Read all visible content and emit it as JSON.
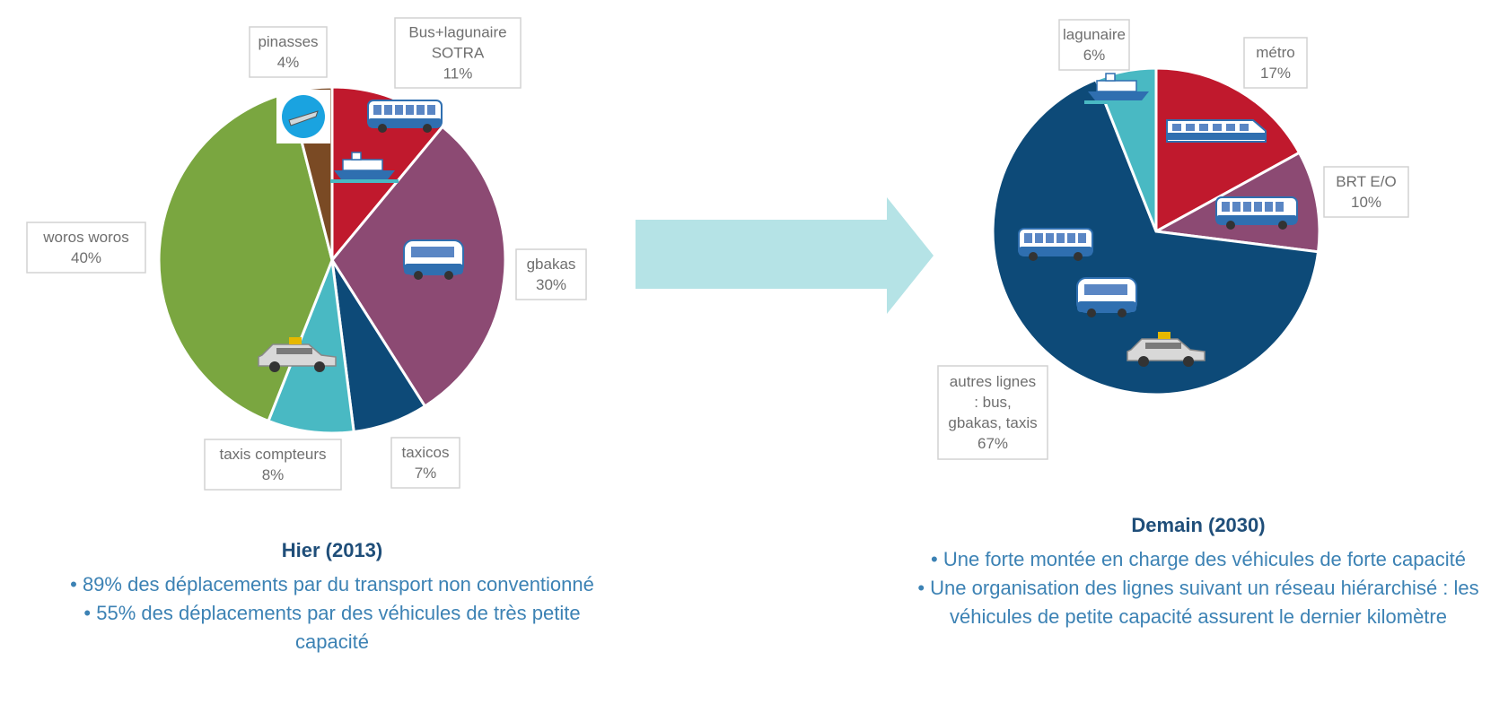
{
  "chart_data": [
    {
      "type": "pie",
      "title": "Hier (2013)",
      "slices": [
        {
          "label": "Bus+lagunaire SOTRA",
          "display": [
            "Bus+lagunaire",
            "SOTRA",
            "11%"
          ],
          "value": 11,
          "color": "#c0192d",
          "icon": "bus-icon"
        },
        {
          "label": "gbakas",
          "display": [
            "gbakas",
            "30%"
          ],
          "value": 30,
          "color": "#8c4a73",
          "icon": "minibus-icon"
        },
        {
          "label": "taxicos",
          "display": [
            "taxicos",
            "7%"
          ],
          "value": 7,
          "color": "#0d4a78",
          "icon": ""
        },
        {
          "label": "taxis compteurs",
          "display": [
            "taxis compteurs",
            "8%"
          ],
          "value": 8,
          "color": "#49b9c3",
          "icon": ""
        },
        {
          "label": "woros woros",
          "display": [
            "woros woros",
            "40%"
          ],
          "value": 40,
          "color": "#7aa640",
          "icon": "taxi-icon"
        },
        {
          "label": "pinasses",
          "display": [
            "pinasses",
            "4%"
          ],
          "value": 4,
          "color": "#7a4a24",
          "icon": "boat-icon"
        }
      ]
    },
    {
      "type": "pie",
      "title": "Demain (2030)",
      "slices": [
        {
          "label": "métro",
          "display": [
            "métro",
            "17%"
          ],
          "value": 17,
          "color": "#c0192d",
          "icon": "train-icon"
        },
        {
          "label": "BRT E/O",
          "display": [
            "BRT E/O",
            "10%"
          ],
          "value": 10,
          "color": "#8c4a73",
          "icon": "articulated-bus-icon"
        },
        {
          "label": "autres lignes : bus, gbakas, taxis",
          "display": [
            "autres lignes",
            ": bus,",
            "gbakas, taxis",
            "67%"
          ],
          "value": 67,
          "color": "#0d4a78",
          "icon": "bus-icon"
        },
        {
          "label": "lagunaire",
          "display": [
            "lagunaire",
            "6%"
          ],
          "value": 6,
          "color": "#49b9c3",
          "icon": "ferry-icon"
        }
      ]
    }
  ],
  "captions": {
    "left": {
      "title": "Hier (2013)",
      "bullets": [
        "89% des déplacements par du transport non conventionné",
        "55% des déplacements par des véhicules de très petite capacité"
      ]
    },
    "right": {
      "title": "Demain (2030)",
      "bullets": [
        "Une forte montée en charge des véhicules de forte capacité",
        "Une organisation des lignes suivant un réseau hiérarchisé : les véhicules de petite capacité assurent le dernier kilomètre"
      ]
    }
  },
  "arrow": {
    "color": "#b5e3e6"
  },
  "bullet_char": "•"
}
